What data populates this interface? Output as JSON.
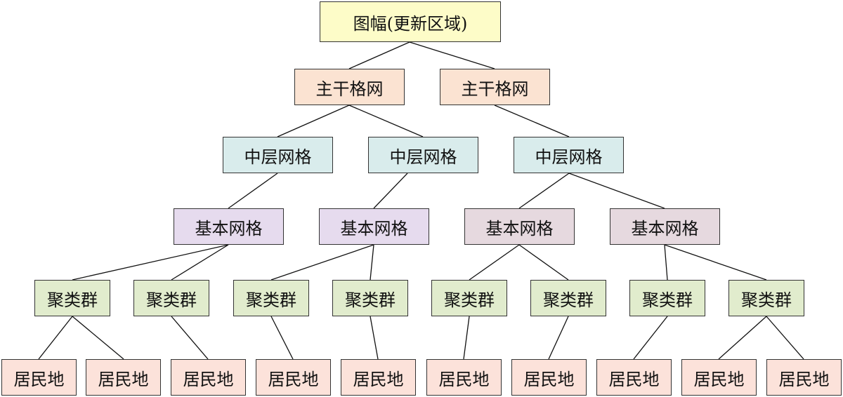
{
  "colors": {
    "root": "#fdfcc8",
    "trunk": "#fbe3d2",
    "mid": "#d9ecec",
    "basic_a": "#e6dbee",
    "basic_b": "#e6d9df",
    "cluster": "#e1eccd",
    "settlement": "#fce2da",
    "border": "#333333",
    "edge": "#111111"
  },
  "nodes": [
    {
      "id": "root",
      "label": "图幅(更新区域)",
      "kind": "root"
    },
    {
      "id": "t1",
      "label": "主干格网",
      "kind": "trunk",
      "parent": "root"
    },
    {
      "id": "t2",
      "label": "主干格网",
      "kind": "trunk",
      "parent": "root"
    },
    {
      "id": "m1",
      "label": "中层网格",
      "kind": "mid",
      "parent": "t1"
    },
    {
      "id": "m2",
      "label": "中层网格",
      "kind": "mid",
      "parent": "t1"
    },
    {
      "id": "m3",
      "label": "中层网格",
      "kind": "mid",
      "parent": "t2"
    },
    {
      "id": "b1",
      "label": "基本网格",
      "kind": "basic_a",
      "parent": "m1"
    },
    {
      "id": "b2",
      "label": "基本网格",
      "kind": "basic_a",
      "parent": "m2"
    },
    {
      "id": "b3",
      "label": "基本网格",
      "kind": "basic_b",
      "parent": "m3"
    },
    {
      "id": "b4",
      "label": "基本网格",
      "kind": "basic_b",
      "parent": "m3"
    },
    {
      "id": "c1",
      "label": "聚类群",
      "kind": "cluster",
      "parent": "b1"
    },
    {
      "id": "c2",
      "label": "聚类群",
      "kind": "cluster",
      "parent": "b1"
    },
    {
      "id": "c3",
      "label": "聚类群",
      "kind": "cluster",
      "parent": "b2"
    },
    {
      "id": "c4",
      "label": "聚类群",
      "kind": "cluster",
      "parent": "b2"
    },
    {
      "id": "c5",
      "label": "聚类群",
      "kind": "cluster",
      "parent": "b3"
    },
    {
      "id": "c6",
      "label": "聚类群",
      "kind": "cluster",
      "parent": "b3"
    },
    {
      "id": "c7",
      "label": "聚类群",
      "kind": "cluster",
      "parent": "b4"
    },
    {
      "id": "c8",
      "label": "聚类群",
      "kind": "cluster",
      "parent": "b4"
    },
    {
      "id": "s1",
      "label": "居民地",
      "kind": "settlement",
      "parent": "c1"
    },
    {
      "id": "s2",
      "label": "居民地",
      "kind": "settlement",
      "parent": "c1"
    },
    {
      "id": "s3",
      "label": "居民地",
      "kind": "settlement",
      "parent": "c2"
    },
    {
      "id": "s4",
      "label": "居民地",
      "kind": "settlement",
      "parent": "c3"
    },
    {
      "id": "s5",
      "label": "居民地",
      "kind": "settlement",
      "parent": "c4"
    },
    {
      "id": "s6",
      "label": "居民地",
      "kind": "settlement",
      "parent": "c5"
    },
    {
      "id": "s7",
      "label": "居民地",
      "kind": "settlement",
      "parent": "c6"
    },
    {
      "id": "s8",
      "label": "居民地",
      "kind": "settlement",
      "parent": "c7"
    },
    {
      "id": "s9",
      "label": "居民地",
      "kind": "settlement",
      "parent": "c8"
    },
    {
      "id": "s10",
      "label": "居民地",
      "kind": "settlement",
      "parent": "c8"
    }
  ]
}
